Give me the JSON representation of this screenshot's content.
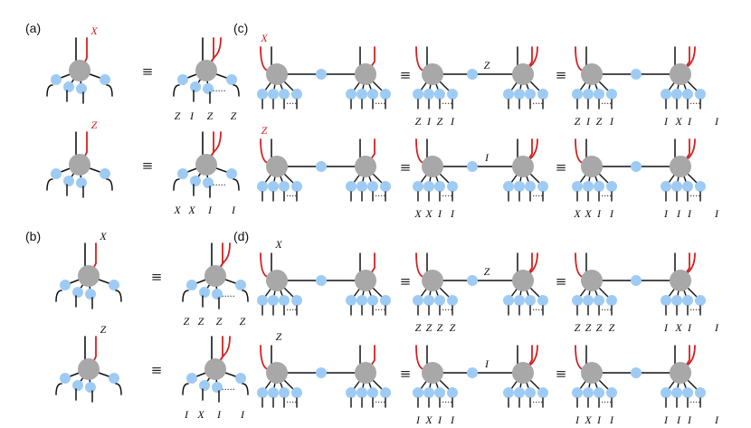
{
  "colors": {
    "node": "#a8a8a8",
    "site": "#9ecbf4",
    "leg": "#111111",
    "physical_leg": "#d42020"
  },
  "panels": {
    "a": {
      "label": "(a)",
      "rows": [
        {
          "op": "X",
          "labels": [
            "Z",
            "I",
            "Z",
            "Z"
          ]
        },
        {
          "op": "Z",
          "labels": [
            "X",
            "X",
            "I",
            "I"
          ]
        }
      ]
    },
    "b": {
      "label": "(b)",
      "rows": [
        {
          "op": "X",
          "labels": [
            "Z",
            "Z",
            "Z",
            "Z"
          ]
        },
        {
          "op": "Z",
          "labels": [
            "I",
            "X",
            "I",
            "I"
          ]
        }
      ]
    },
    "c": {
      "label": "(c)",
      "rows": [
        {
          "op": "X",
          "mid_op": "Z",
          "left_labels": [
            "Z",
            "I",
            "Z",
            "I"
          ],
          "right_labels": [
            "Z",
            "I",
            "Z",
            "I"
          ],
          "far_labels": [
            "I",
            "X",
            "I",
            "I"
          ]
        },
        {
          "op": "Z",
          "mid_op": "I",
          "left_labels": [
            "X",
            "X",
            "I",
            "I"
          ],
          "right_labels": [
            "X",
            "X",
            "I",
            "I"
          ],
          "far_labels": [
            "I",
            "I",
            "I",
            "I"
          ]
        }
      ]
    },
    "d": {
      "label": "(d)",
      "rows": [
        {
          "op": "X",
          "mid_op": "Z",
          "left_labels": [
            "Z",
            "Z",
            "Z",
            "Z"
          ],
          "right_labels": [
            "Z",
            "Z",
            "Z",
            "Z"
          ],
          "far_labels": [
            "I",
            "X",
            "I",
            "I"
          ]
        },
        {
          "op": "Z",
          "mid_op": "I",
          "left_labels": [
            "I",
            "X",
            "I",
            "I"
          ],
          "right_labels": [
            "I",
            "X",
            "I",
            "I"
          ],
          "far_labels": [
            "I",
            "I",
            "I",
            "I"
          ]
        }
      ]
    }
  },
  "equiv_symbol": "≡"
}
